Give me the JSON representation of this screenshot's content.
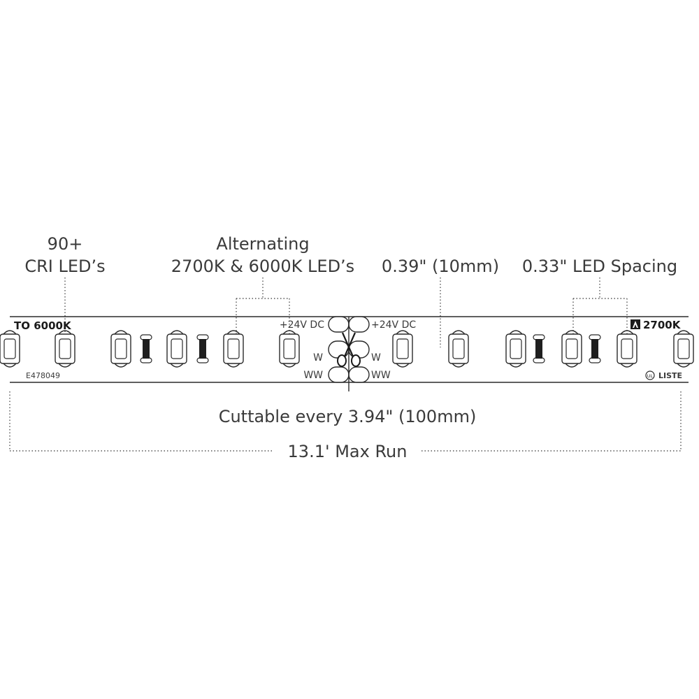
{
  "callouts": {
    "cri_line1": "90+",
    "cri_line2": "CRI LED’s",
    "alt_line1": "Alternating",
    "alt_line2": "2700K & 6000K LED’s",
    "width": "0.39\" (10mm)",
    "spacing": "0.33\" LED Spacing",
    "cuttable": "Cuttable every 3.94\" (100mm)",
    "max_run": "13.1' Max Run"
  },
  "strip": {
    "left_label": "TO 6000K",
    "right_label": "2700K",
    "cert_number": "E478049",
    "listed_text": "LISTE",
    "ul_mark": "c UL us",
    "pad_labels": {
      "left": [
        "+24V DC",
        "W",
        "WW"
      ],
      "right": [
        "+24V DC",
        "W",
        "WW"
      ]
    }
  },
  "icons": {
    "cut_marker": "scissors-icon",
    "brand_mark": "brand-logo-icon",
    "certification": "ul-listed-icon"
  },
  "colors": {
    "ink": "#2a2a2a",
    "background": "#ffffff"
  }
}
